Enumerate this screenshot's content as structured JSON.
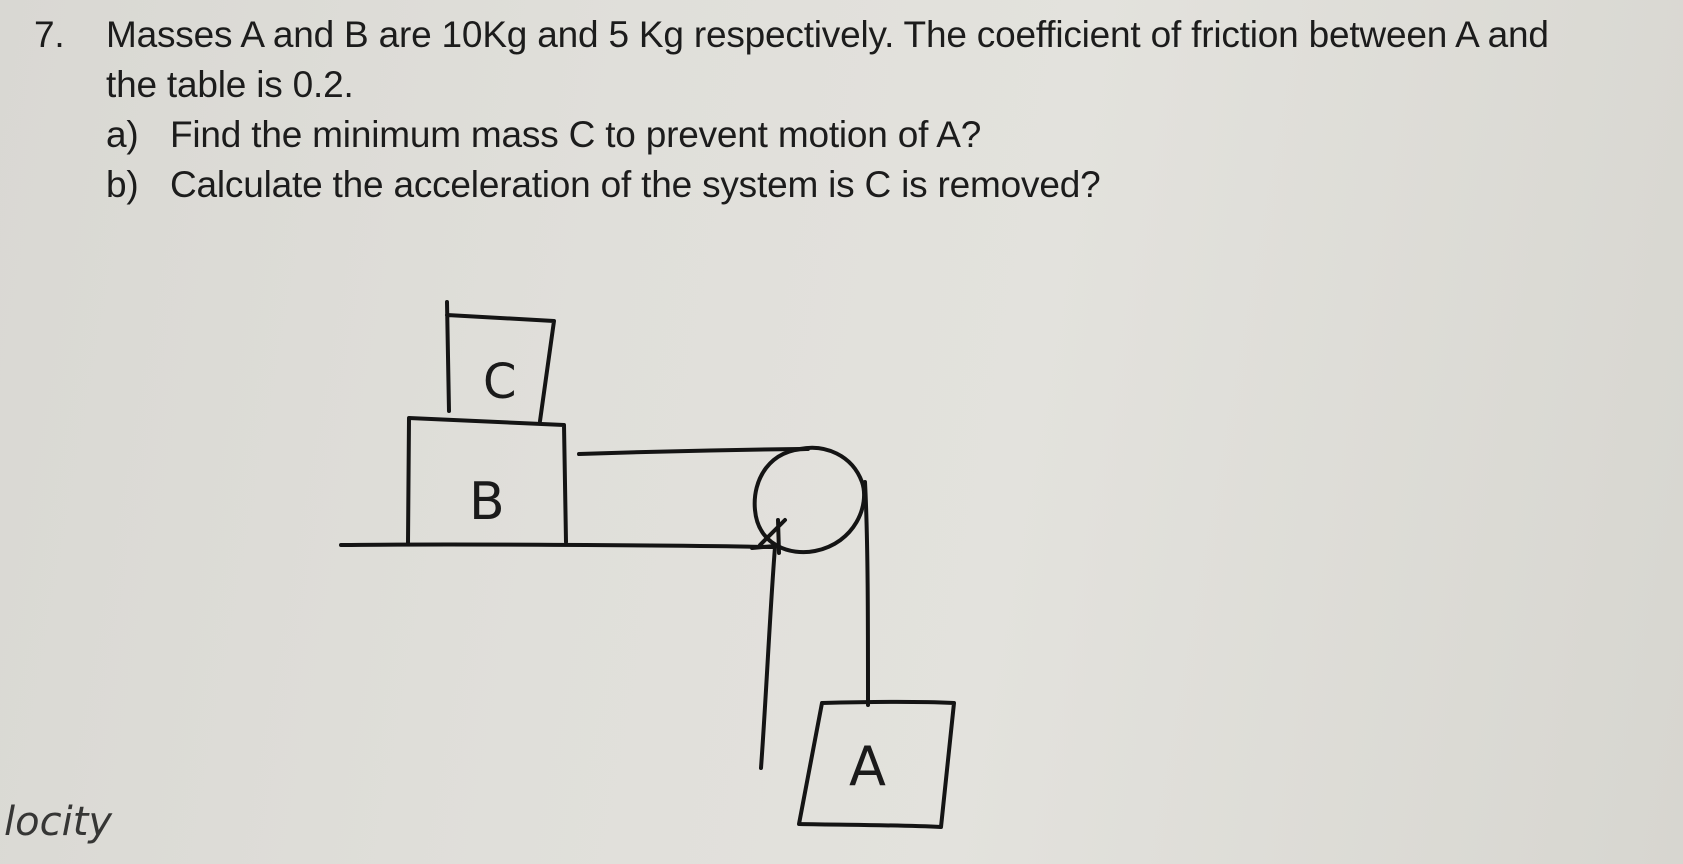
{
  "question": {
    "number": "7.",
    "line1": "Masses A and B are 10Kg and 5 Kg respectively. The coefficient of friction between A and",
    "line2": "the table is 0.2.",
    "parts": [
      {
        "letter": "a)",
        "text": "Find the minimum mass C to prevent motion of A?"
      },
      {
        "letter": "b)",
        "text": "Calculate the acceleration of the system is C is removed?"
      }
    ]
  },
  "diagram": {
    "label_c": "C",
    "label_b": "B",
    "label_a": "A",
    "margin_scribble": "locity"
  }
}
